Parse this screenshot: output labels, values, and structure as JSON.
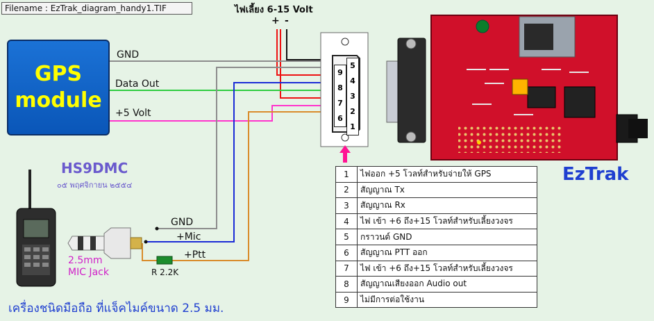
{
  "filename": "Filename : EzTrak_diagram_handy1.TIF",
  "power": {
    "title": "ไฟเลี้ยง 6-15 Volt",
    "plus": "+",
    "minus": "-"
  },
  "gps_module": {
    "line1": "GPS",
    "line2": "module"
  },
  "gps_wires": {
    "gnd": "GND",
    "data_out": "Data Out",
    "plus5v": "+5 Volt"
  },
  "db9_pins": {
    "row_top": [
      "5",
      "4",
      "3",
      "2",
      "1"
    ],
    "row_bottom": [
      "9",
      "8",
      "7",
      "6"
    ]
  },
  "author": {
    "callsign": "HS9DMC",
    "date": "๐๕ พฤศจิกายน ๒๕๕๔"
  },
  "jack": {
    "gnd": "GND",
    "mic": "+Mic",
    "ptt": "+Ptt",
    "size": "2.5mm",
    "name": "MIC Jack"
  },
  "resistor": "R 2.2K",
  "board_name": "EzTrak",
  "pin_table": [
    {
      "num": "1",
      "desc": "ไฟออก +5 โวลท์สำหรับจ่ายให้ GPS"
    },
    {
      "num": "2",
      "desc": "สัญญาณ Tx"
    },
    {
      "num": "3",
      "desc": "สัญญาณ Rx"
    },
    {
      "num": "4",
      "desc": "ไฟ เข้า +6 ถึง+15 โวลท์สำหรับเลี้ยงวงจร"
    },
    {
      "num": "5",
      "desc": "กราวนด์ GND"
    },
    {
      "num": "6",
      "desc": "สัญญาณ PTT ออก"
    },
    {
      "num": "7",
      "desc": "ไฟ เข้า +6 ถึง+15 โวลท์สำหรับเลี้ยงวงจร"
    },
    {
      "num": "8",
      "desc": "สัญญาณเสียงออก Audio out"
    },
    {
      "num": "9",
      "desc": "ไม่มีการต่อใช้งาน"
    }
  ],
  "caption": "เครื่องชนิดมือถือ ที่แจ็คไมค์ขนาด 2.5 มม.",
  "colors": {
    "gnd_wire": "#8c8c8c",
    "data_wire": "#2ecc40",
    "power5_wire": "#ff33cc",
    "supply_wire": "#ee1111",
    "mic_wire": "#1a2bd6",
    "ptt_wire": "#d98b2b",
    "gps_box": "#1565c0",
    "gps_text": "#ffff00",
    "pcb": "#d0102a"
  }
}
